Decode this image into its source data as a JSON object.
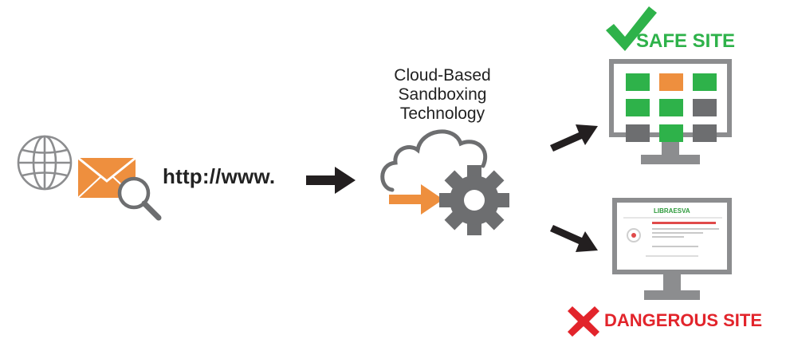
{
  "diagram": {
    "url_text": "http://www.",
    "cloud_label": [
      "Cloud-Based",
      "Sandboxing",
      "Technology"
    ],
    "safe_label": "SAFE SITE",
    "danger_label": "DANGEROUS SITE",
    "blocked_page_logo": "LIBRAESVA"
  },
  "colors": {
    "orange": "#ee8f3e",
    "gray": "#6d6e70",
    "light_gray": "#8c8d8f",
    "green": "#2eb24a",
    "red": "#e2242b",
    "dark": "#231f20"
  },
  "icons": [
    "globe-icon",
    "envelope-icon",
    "magnifier-icon",
    "arrow-icon",
    "cloud-icon",
    "gear-icon",
    "monitor-icon",
    "check-icon",
    "cross-icon"
  ],
  "safe_screen_tiles": [
    "green",
    "orange",
    "green",
    "green",
    "green",
    "gray",
    "gray",
    "green",
    "gray"
  ]
}
